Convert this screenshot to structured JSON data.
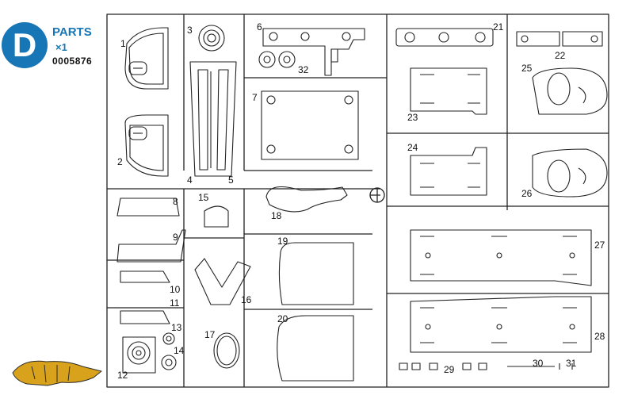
{
  "header": {
    "letter": "D",
    "title": "PARTS",
    "quantity": "×1",
    "code": "0005876"
  },
  "part_labels": [
    "1",
    "2",
    "3",
    "4",
    "5",
    "6",
    "7",
    "8",
    "9",
    "10",
    "11",
    "12",
    "13",
    "14",
    "15",
    "16",
    "17",
    "18",
    "19",
    "20",
    "21",
    "22",
    "23",
    "24",
    "25",
    "26",
    "27",
    "28",
    "29",
    "30",
    "31",
    "32"
  ],
  "colors": {
    "badge": "#1676b6",
    "line": "#222222",
    "logo": "#d8a21c"
  },
  "icons": [
    "tiger-logo-icon"
  ]
}
